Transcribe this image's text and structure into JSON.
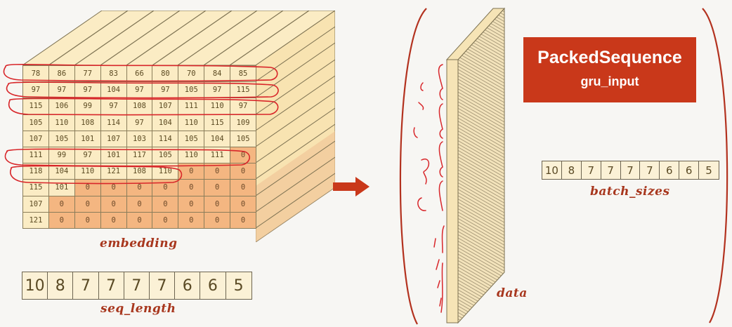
{
  "embedding": {
    "caption": "embedding",
    "rows": [
      [
        "78",
        "86",
        "77",
        "83",
        "66",
        "80",
        "70",
        "84",
        "85"
      ],
      [
        "97",
        "97",
        "97",
        "104",
        "97",
        "97",
        "105",
        "97",
        "115"
      ],
      [
        "115",
        "106",
        "99",
        "97",
        "108",
        "107",
        "111",
        "110",
        "97"
      ],
      [
        "105",
        "110",
        "108",
        "114",
        "97",
        "104",
        "110",
        "115",
        "109"
      ],
      [
        "107",
        "105",
        "101",
        "107",
        "103",
        "114",
        "105",
        "104",
        "105"
      ],
      [
        "111",
        "99",
        "97",
        "101",
        "117",
        "105",
        "110",
        "111",
        "0"
      ],
      [
        "118",
        "104",
        "110",
        "121",
        "108",
        "110",
        "0",
        "0",
        "0"
      ],
      [
        "115",
        "101",
        "0",
        "0",
        "0",
        "0",
        "0",
        "0",
        "0"
      ],
      [
        "107",
        "0",
        "0",
        "0",
        "0",
        "0",
        "0",
        "0",
        "0"
      ],
      [
        "121",
        "0",
        "0",
        "0",
        "0",
        "0",
        "0",
        "0",
        "0"
      ]
    ]
  },
  "seq_length": {
    "caption": "seq_length",
    "values": [
      "10",
      "8",
      "7",
      "7",
      "7",
      "7",
      "6",
      "6",
      "5"
    ]
  },
  "packed": {
    "title": "PackedSequence",
    "subtitle": "gru_input",
    "data_caption": "data",
    "batch_sizes_caption": "batch_sizes",
    "batch_sizes": [
      "10",
      "8",
      "7",
      "7",
      "7",
      "7",
      "6",
      "6",
      "5"
    ]
  },
  "colors": {
    "cell": "#fbecc4",
    "padding_cell": "#f4b681",
    "accent": "#c9381a",
    "caption": "#a8371e",
    "ink": "#d8262a"
  }
}
